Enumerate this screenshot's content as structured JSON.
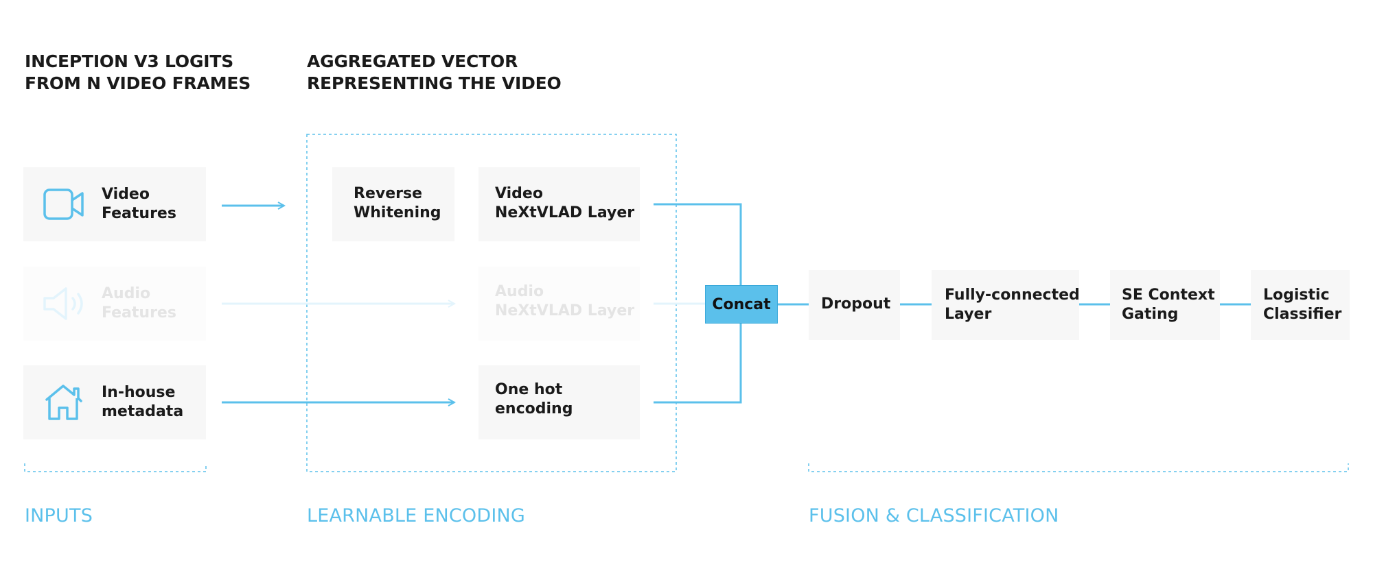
{
  "headings": {
    "inputs_heading": [
      "INCEPTION V3 LOGITS",
      "FROM N VIDEO FRAMES"
    ],
    "encoding_heading": [
      "AGGREGATED VECTOR",
      "REPRESENTING THE VIDEO"
    ]
  },
  "inputs": {
    "video": [
      "Video",
      "Features"
    ],
    "audio": [
      "Audio",
      "Features"
    ],
    "metadata": [
      "In-house",
      "metadata"
    ]
  },
  "encoding": {
    "reverse_whitening": [
      "Reverse",
      "Whitening"
    ],
    "video_nextvlad": [
      "Video",
      "NeXtVLAD Layer"
    ],
    "audio_nextvlad": [
      "Audio",
      "NeXtVLAD Layer"
    ],
    "one_hot": [
      "One hot",
      "encoding"
    ]
  },
  "fusion": {
    "concat": "Concat",
    "dropout": [
      "Dropout"
    ],
    "fully_connected": [
      "Fully-connected",
      "Layer"
    ],
    "se_context": [
      "SE Context",
      "Gating"
    ],
    "logistic": [
      "Logistic",
      "Classifier"
    ]
  },
  "sections": {
    "inputs": "INPUTS",
    "learnable_encoding": "LEARNABLE ENCODING",
    "fusion_classification": "FUSION & CLASSIFICATION"
  },
  "colors": {
    "accent": "#5bc0eb",
    "faded_accent": "#e3f4fc",
    "box_bg": "#f7f7f7",
    "faded_text": "#e4e4e4"
  },
  "icons": {
    "video": "video-camera-icon",
    "audio": "speaker-icon",
    "metadata": "house-icon"
  }
}
